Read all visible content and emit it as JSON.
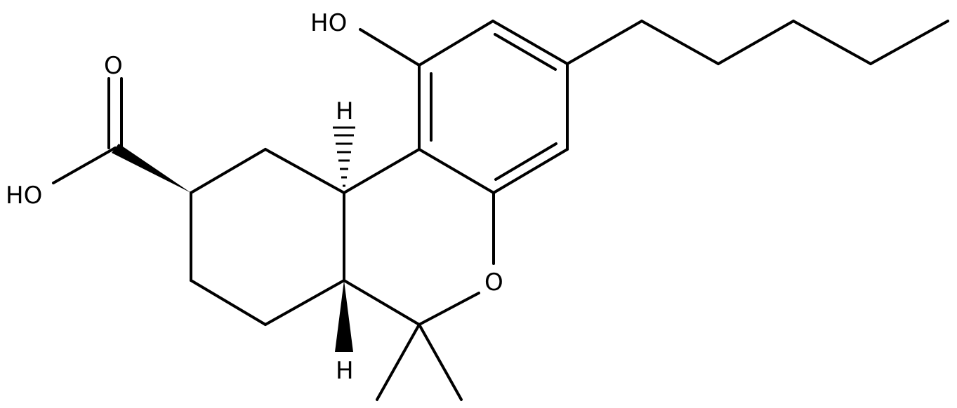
{
  "atom_labels": {
    "hydroxyl_top": "HO",
    "hydroxyl_acid": "HO",
    "carbonyl_oxygen": "O",
    "ring_oxygen": "O",
    "hydrogen_10a": "H",
    "hydrogen_6a": "H"
  }
}
